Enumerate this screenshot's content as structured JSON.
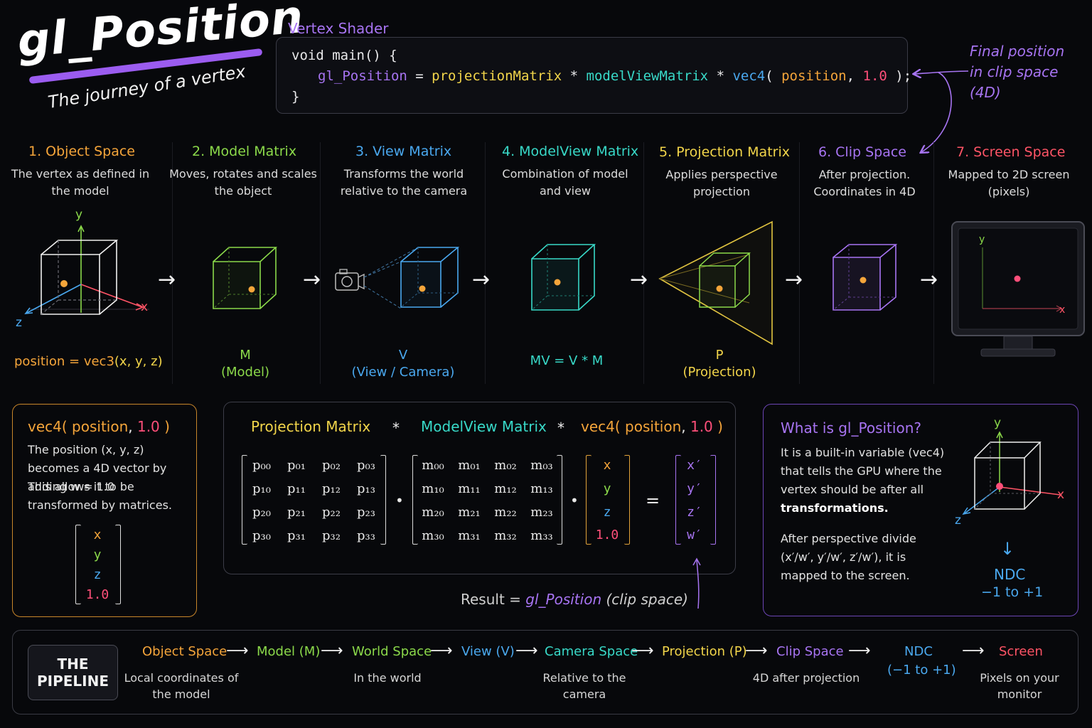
{
  "header": {
    "title": "gl_Position",
    "subtitle": "The journey of a vertex"
  },
  "shader": {
    "label": "Vertex Shader",
    "line1": "void main() {",
    "line2_ident": "gl_Position",
    "line2_eq": " = ",
    "line2_proj": "projectionMatrix",
    "line2_mul1": " * ",
    "line2_mv": "modelViewMatrix",
    "line2_mul2": " * ",
    "line2_vec": "vec4",
    "line2_open": "( ",
    "line2_pos": "position",
    "line2_comma": ", ",
    "line2_one": "1.0",
    "line2_close": " );",
    "line3": "}",
    "final_note_lines": [
      "Final position",
      "in clip space",
      "(4D)"
    ]
  },
  "stages": [
    {
      "title": "1. Object Space",
      "desc": "The vertex as defined in the model",
      "label": "position = vec3(x, y, z)",
      "color": "#f5a53a"
    },
    {
      "title": "2. Model Matrix",
      "desc": "Moves, rotates and scales the object",
      "label": "M",
      "sublabel": "(Model)",
      "color": "#8bd94a"
    },
    {
      "title": "3. View Matrix",
      "desc": "Transforms the world relative to the camera",
      "label": "V",
      "sublabel": "(View / Camera)",
      "color": "#4aa8ef"
    },
    {
      "title": "4. ModelView Matrix",
      "desc": "Combination of model and view",
      "label": "MV = V * M",
      "color": "#38d9c8"
    },
    {
      "title": "5. Projection Matrix",
      "desc": "Applies perspective projection",
      "label": "P",
      "sublabel": "(Projection)",
      "color": "#f2d54a"
    },
    {
      "title": "6. Clip Space",
      "desc": "After projection. Coordinates in 4D",
      "color": "#a774f2"
    },
    {
      "title": "7. Screen Space",
      "desc": "Mapped to 2D screen (pixels)",
      "color": "#ff5466"
    }
  ],
  "stage1_label": {
    "pre": "position = ",
    "func": "vec3",
    "args": "(x, y, z)"
  },
  "axes": {
    "x": "x",
    "y": "y",
    "z": "z"
  },
  "vec_panel": {
    "title_func": "vec4( ",
    "title_pos": "position",
    "title_comma": ", ",
    "title_one": "1.0",
    "title_close": " )",
    "text1": "The position (x, y, z) becomes a 4D vector by adding w = 1.0",
    "text2": "This allows it to be transformed by matrices.",
    "vector": [
      "x",
      "y",
      "z",
      "1.0"
    ]
  },
  "equation": {
    "proj_label": "Projection Matrix",
    "mv_label": "ModelView Matrix",
    "vec_func": "vec4( ",
    "vec_pos": "position",
    "vec_comma": ", ",
    "vec_one": "1.0",
    "vec_close": " )",
    "star": "*",
    "dot": "•",
    "equals": "=",
    "p": [
      [
        "p₀₀",
        "p₀₁",
        "p₀₂",
        "p₀₃"
      ],
      [
        "p₁₀",
        "p₁₁",
        "p₁₂",
        "p₁₃"
      ],
      [
        "p₂₀",
        "p₂₁",
        "p₂₂",
        "p₂₃"
      ],
      [
        "p₃₀",
        "p₃₁",
        "p₃₂",
        "p₃₃"
      ]
    ],
    "m": [
      [
        "m₀₀",
        "m₀₁",
        "m₀₂",
        "m₀₃"
      ],
      [
        "m₁₀",
        "m₁₁",
        "m₁₂",
        "m₁₃"
      ],
      [
        "m₂₀",
        "m₂₁",
        "m₂₂",
        "m₂₃"
      ],
      [
        "m₃₀",
        "m₃₁",
        "m₃₂",
        "m₃₃"
      ]
    ],
    "v": [
      "x",
      "y",
      "z",
      "1.0"
    ],
    "result": [
      "x′",
      "y′",
      "z′",
      "w′"
    ],
    "result_label_pre": "Result = ",
    "result_label_ident": "gl_Position",
    "result_label_post": " (clip space)"
  },
  "what_panel": {
    "title": "What is gl_Position?",
    "text1_a": "It is a built-in variable (vec4) that tells the GPU where the vertex should be after all ",
    "text1_b": "transformations.",
    "text2": "After perspective divide (x′/w′, y′/w′, z′/w′), it is mapped to the screen.",
    "ndc_arrow": "↓",
    "ndc": "NDC",
    "ndc_range": "−1 to +1"
  },
  "pipeline": {
    "head_1": "THE",
    "head_2": "PIPELINE",
    "steps": [
      {
        "label": "Object Space",
        "sub": "Local coordinates of the model",
        "color": "#f5a53a"
      },
      {
        "label": "Model (M)",
        "color": "#8bd94a"
      },
      {
        "label": "World Space",
        "sub": "In the world",
        "color": "#8bd94a"
      },
      {
        "label": "View (V)",
        "color": "#4aa8ef"
      },
      {
        "label": "Camera Space",
        "sub": "Relative to the camera",
        "color": "#38d9c8"
      },
      {
        "label": "Projection (P)",
        "color": "#f2d54a"
      },
      {
        "label": "Clip Space",
        "sub": "4D after projection",
        "color": "#a774f2"
      },
      {
        "label": "NDC",
        "label2": "(−1 to +1)",
        "color": "#4aa8ef"
      },
      {
        "label": "Screen",
        "sub": "Pixels on your monitor",
        "color": "#ff5466"
      }
    ],
    "arrow": "⟶"
  },
  "arrow_glyph": "→"
}
